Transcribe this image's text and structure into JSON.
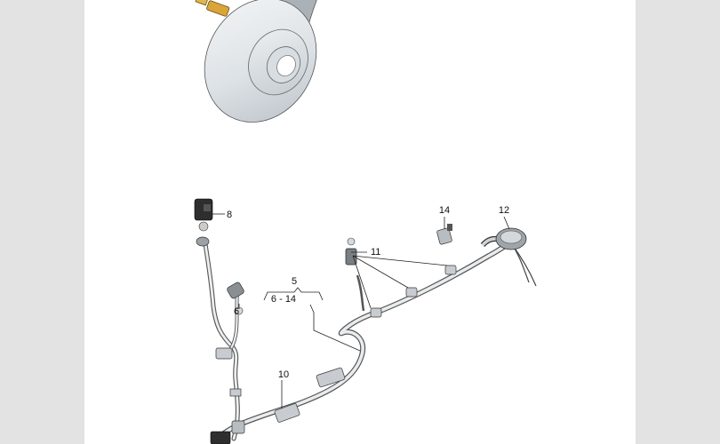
{
  "diagram": {
    "callouts": [
      {
        "id": "8",
        "text": "8"
      },
      {
        "id": "6",
        "text": "6"
      },
      {
        "id": "5",
        "text": "5"
      },
      {
        "id": "range",
        "text": "6 - 14"
      },
      {
        "id": "10",
        "text": "10"
      },
      {
        "id": "11",
        "text": "11"
      },
      {
        "id": "14",
        "text": "14"
      },
      {
        "id": "12",
        "text": "12"
      }
    ]
  }
}
